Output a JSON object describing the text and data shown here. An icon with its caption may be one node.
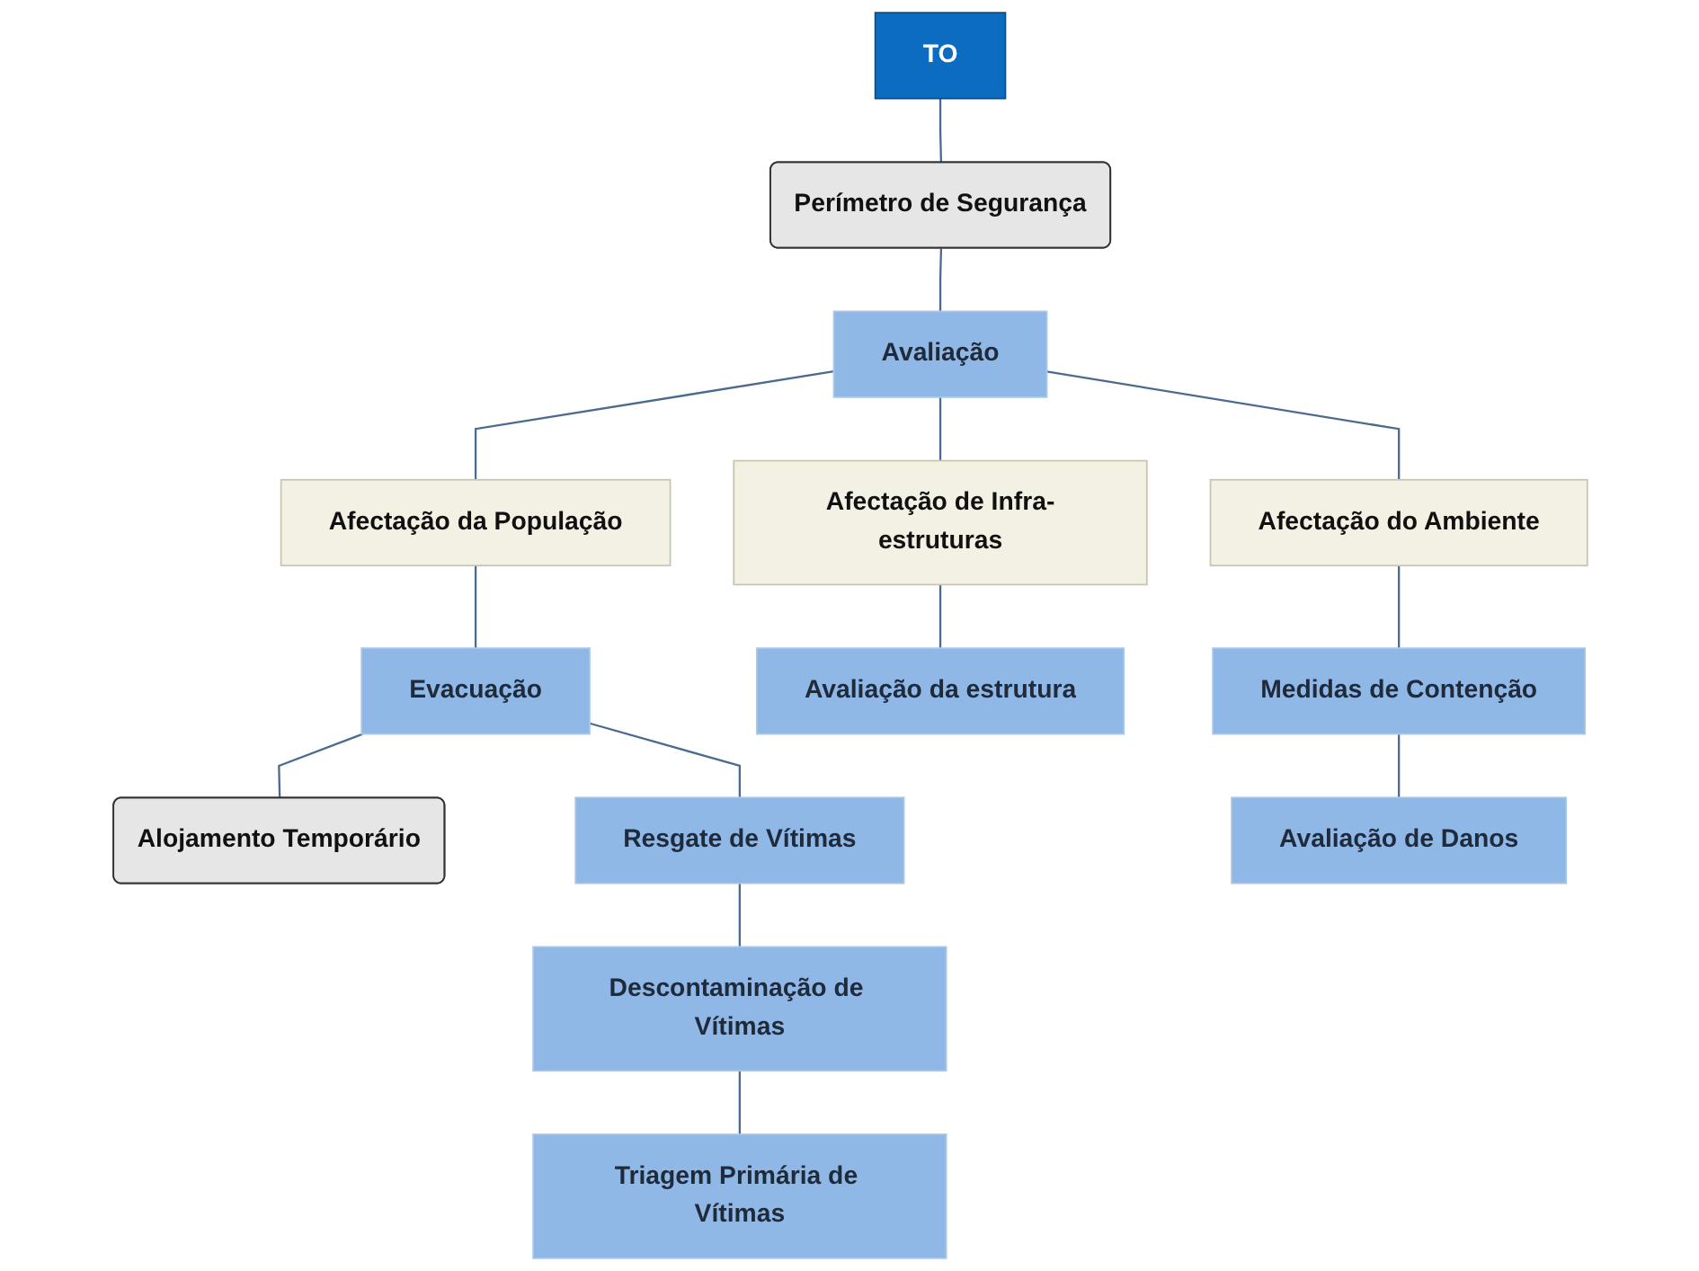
{
  "diagram": {
    "nodes": [
      {
        "text": [
          "TO"
        ]
      },
      {
        "text": [
          "Perímetro de Segurança"
        ]
      },
      {
        "text": [
          "Avaliação"
        ]
      },
      {
        "text": [
          "Afectação da População"
        ]
      },
      {
        "text": [
          "Afectação de Infra-estruturas"
        ]
      },
      {
        "text": [
          "Afectação do Ambiente"
        ]
      },
      {
        "text": [
          "Evacuação"
        ]
      },
      {
        "text": [
          "Alojamento Temporário"
        ]
      },
      {
        "text": [
          "Resgate de Vítimas"
        ]
      },
      {
        "text": [
          "Descontaminação de Vítimas"
        ]
      },
      {
        "text": [
          "Triagem Primária de Vítimas"
        ]
      },
      {
        "text": [
          "Avaliação da estrutura"
        ]
      },
      {
        "text": [
          "Medidas de Contenção"
        ]
      },
      {
        "text": [
          "Avaliação de Danos"
        ]
      }
    ],
    "edges": [
      {
        "from": 0,
        "to": 1,
        "arrow": "none"
      },
      {
        "from": 1,
        "to": 2,
        "arrow": "none"
      },
      {
        "from": 2,
        "to": 3,
        "arrow": "none"
      },
      {
        "from": 2,
        "to": 4,
        "arrow": "none"
      },
      {
        "from": 2,
        "to": 5,
        "arrow": "none"
      },
      {
        "from": 3,
        "to": 6,
        "arrow": "none"
      },
      {
        "from": 6,
        "to": 7,
        "arrow": "none"
      },
      {
        "from": 6,
        "to": 8,
        "arrow": "none"
      },
      {
        "from": 8,
        "to": 9,
        "arrow": "none"
      },
      {
        "from": 9,
        "to": 10,
        "arrow": "none"
      },
      {
        "from": 4,
        "to": 11,
        "arrow": "none"
      },
      {
        "from": 5,
        "to": 12,
        "arrow": "none"
      },
      {
        "from": 12,
        "to": 13,
        "arrow": "none"
      }
    ]
  }
}
